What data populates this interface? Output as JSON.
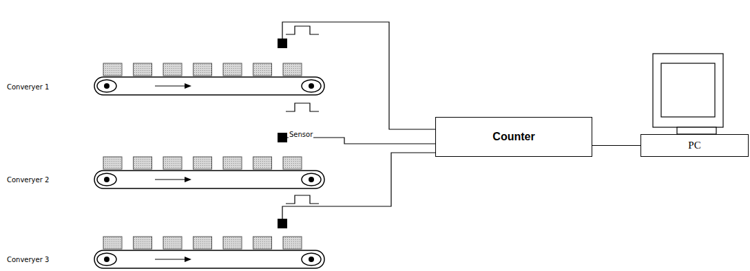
{
  "diagram": {
    "nodes": [
      {
        "text": [
          "Counter"
        ]
      },
      {
        "text": [
          "PC"
        ]
      }
    ],
    "edges": [
      {
        "from": 0,
        "to": 1,
        "arrow": "none"
      }
    ],
    "labels": [
      "Converyer 1",
      "Sensor",
      "Converyer 2",
      "Converyer 3"
    ]
  }
}
